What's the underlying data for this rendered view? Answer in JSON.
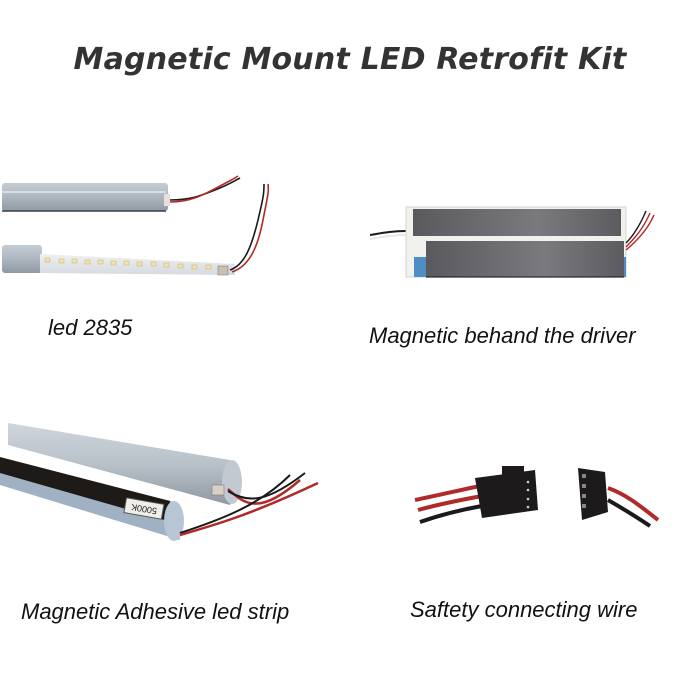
{
  "title": "Magnetic Mount LED Retrofit Kit",
  "panels": [
    {
      "id": "led-strip",
      "caption": "led 2835",
      "led_count": 13
    },
    {
      "id": "driver",
      "caption": "Magnetic behand the driver"
    },
    {
      "id": "adhesive-strip",
      "caption": "Magnetic Adhesive led strip",
      "label_text": "5000K"
    },
    {
      "id": "connector",
      "caption": "Saftety connecting wire"
    }
  ],
  "colors": {
    "title": "#333333",
    "caption": "#111111",
    "aluminum": "#b4bcc4",
    "wire_red": "#b02a2a",
    "wire_black": "#1a1a1a",
    "driver_blue": "#4f8ec4",
    "magnet": "#6e6e72"
  }
}
